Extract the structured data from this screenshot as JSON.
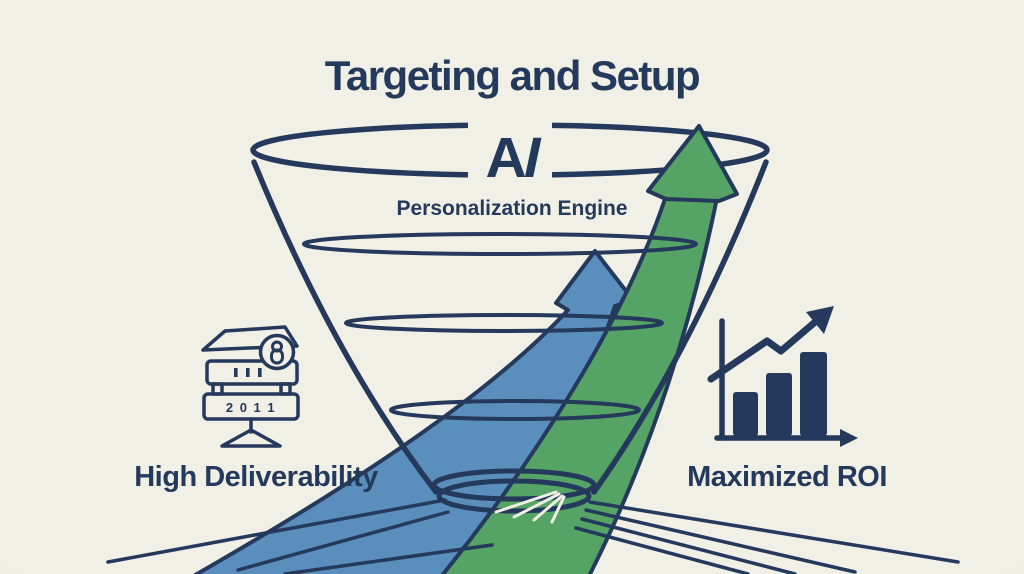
{
  "title": "Targeting and Setup",
  "funnel": {
    "ai_letter_a": "A",
    "ai_letter_i": "I",
    "subtitle": "Personalization Engine"
  },
  "left_callout": {
    "caption": "High Deliverability",
    "icon": "mail-server-icon",
    "server_code": "2 0 1 1"
  },
  "right_callout": {
    "caption": "Maximized ROI",
    "icon": "growth-chart-icon"
  },
  "arrows": [
    {
      "name": "blue-growth-arrow",
      "color": "#5a8ebd"
    },
    {
      "name": "green-growth-arrow",
      "color": "#55a465"
    }
  ],
  "colors": {
    "background": "#f0efe5",
    "navy": "#24395b",
    "blue": "#5a8ebd",
    "green": "#55a465"
  }
}
